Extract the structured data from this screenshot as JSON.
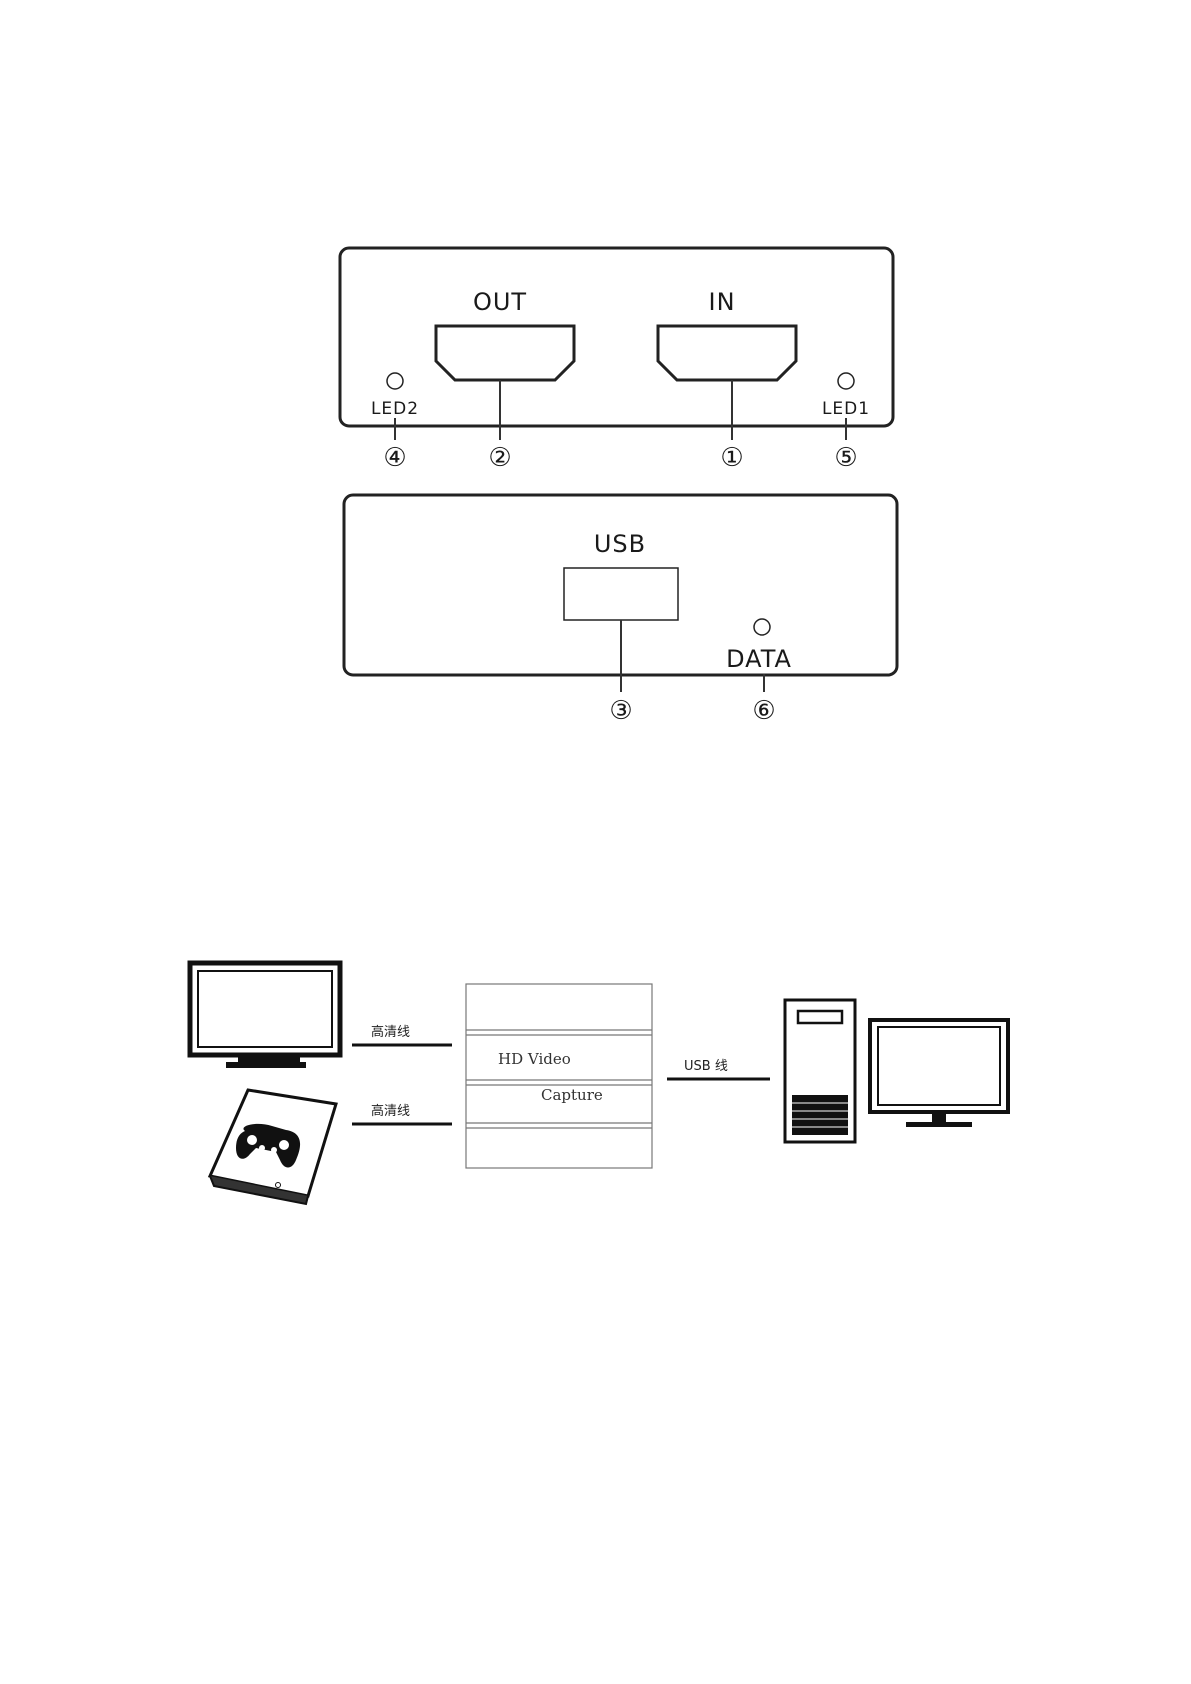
{
  "panel_front": {
    "out_label": "OUT",
    "in_label": "IN",
    "led2_label": "LED2",
    "led1_label": "LED1",
    "callouts": {
      "in": "①",
      "out": "②",
      "led2": "④",
      "led1": "⑤"
    }
  },
  "panel_back": {
    "usb_label": "USB",
    "data_label": "DATA",
    "callouts": {
      "usb": "③",
      "data": "⑥"
    }
  },
  "connection": {
    "hd_cable_top": "高清线",
    "hd_cable_bottom": "高清线",
    "usb_cable": "USB 线",
    "device_line1": "HD Video",
    "device_line2": "Capture"
  },
  "icons": [
    "hdmi-port-icon",
    "usb-port-icon",
    "led-icon",
    "tv-monitor-icon",
    "game-console-icon",
    "gamepad-icon",
    "pc-tower-icon",
    "pc-monitor-icon"
  ]
}
